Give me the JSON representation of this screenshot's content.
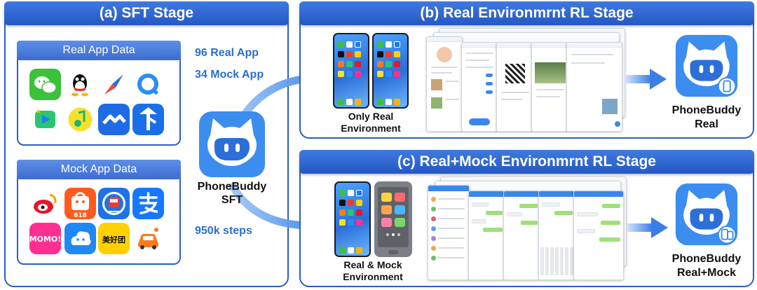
{
  "sft": {
    "banner": "(a) SFT Stage",
    "real_app_data": "Real App Data",
    "mock_app_data": "Mock App Data",
    "stat_real": "96 Real App",
    "stat_mock": "34 Mock App",
    "stat_steps": "950k steps",
    "model_line1": "PhoneBuddy",
    "model_line2": "SFT",
    "mock_icon_labels": {
      "momo": "MOMO!",
      "sale": "618",
      "meituan": "美好团"
    }
  },
  "real_rl": {
    "banner": "(b) Real Environmrnt RL Stage",
    "env_line1": "Only Real",
    "env_line2": "Environment",
    "model_line1": "PhoneBuddy",
    "model_line2": "Real"
  },
  "mock_rl": {
    "banner": "(c) Real+Mock Environmrnt RL Stage",
    "env_line1": "Real & Mock",
    "env_line2": "Environment",
    "model_line1": "PhoneBuddy",
    "model_line2": "Real+Mock"
  },
  "colors": {
    "primary_blue": "#2c5ec4",
    "stat_blue": "#2a6fd1",
    "mascot_blue": "#3b8df0"
  },
  "icons": {
    "real_apps": [
      "wechat-icon",
      "qq-icon",
      "compass-icon",
      "search-q-icon",
      "video-icon",
      "music-icon",
      "meeting-icon",
      "travel-icon"
    ],
    "mock_apps": [
      "weibo-icon",
      "shopping-bag-icon",
      "train-icon",
      "alipay-icon",
      "momo-icon",
      "cloud-icon",
      "meituan-icon",
      "car-icon"
    ]
  }
}
